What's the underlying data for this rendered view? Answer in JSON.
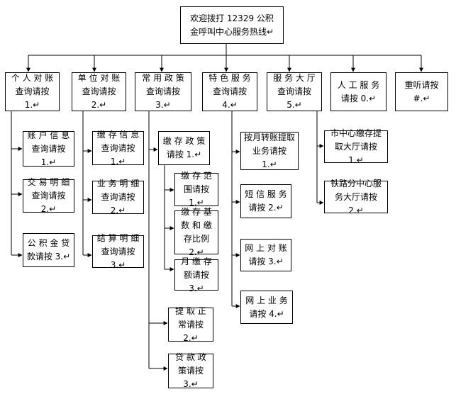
{
  "root": {
    "label": "欢迎拨打 12329 公积\n金呼叫中心服务热线↵"
  },
  "level1": [
    {
      "label": "个 人 对 账\n查询请按 1.↵"
    },
    {
      "label": "单 位 对 账\n查询请按 2.↵"
    },
    {
      "label": "常 用 政 策\n查询请按 3.↵"
    },
    {
      "label": "特 色 服 务\n查询请按 4.↵"
    },
    {
      "label": "服 务 大 厅\n查询请按 5.↵"
    },
    {
      "label": "人 工 服 务\n请按 0.↵"
    },
    {
      "label": "重听请按#.↵"
    }
  ],
  "level2": {
    "personal": [
      {
        "label": "账 户 信 息\n查询请按 1.↵"
      },
      {
        "label": "交 易 明 细\n查询请按 2.↵"
      },
      {
        "label": "公 积 金 贷\n款请按 3.↵"
      }
    ],
    "unit": [
      {
        "label": "缴 存 信 息\n查询请按 1.↵"
      },
      {
        "label": "业 务 明 细\n查询请按 2.↵"
      },
      {
        "label": "结 算 明 细\n查询请按 3.↵"
      }
    ],
    "policy": [
      {
        "label": "缴 存 政 策\n请按 1.↵"
      },
      {
        "label": "提 取 正\n常请按 2.↵"
      },
      {
        "label": "贷 款 政\n策请按 3.↵"
      }
    ],
    "policy_deposit": [
      {
        "label": "缴 存 范\n围请按 1.↵"
      },
      {
        "label": "缴 存 基\n数 和 缴\n存比例 2.↵"
      },
      {
        "label": "月 缴 存\n额请按 3.↵"
      }
    ],
    "special": [
      {
        "label": "按月转账提取\n业务请按 1.↵"
      },
      {
        "label": "短 信 服 务\n请按 2.↵"
      },
      {
        "label": "网 上 对 账\n请按 3.↵"
      },
      {
        "label": "网 上 业 务\n请按 4.↵"
      }
    ],
    "hall": [
      {
        "label": "市中心缴存提\n取大厅请按 1.↵"
      },
      {
        "label": "铁路分中心服\n务大厅请按 2.↵"
      }
    ]
  },
  "colors": {
    "line": "#000000",
    "box_border": "#000000",
    "text": "#000000"
  }
}
